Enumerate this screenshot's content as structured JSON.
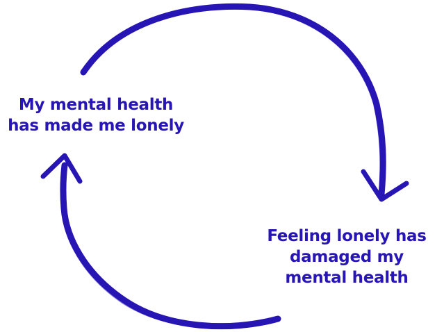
{
  "colors": {
    "accent": "#2716b4",
    "background": "#ffffff"
  },
  "cycle": {
    "node_top_left": {
      "lines": [
        "My mental health",
        "has made me lonely"
      ]
    },
    "node_bottom_right": {
      "lines": [
        "Feeling lonely has",
        "damaged my",
        "mental health"
      ]
    }
  }
}
